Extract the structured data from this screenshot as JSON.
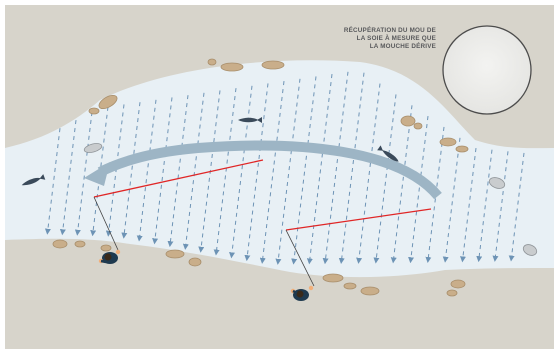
{
  "caption": {
    "lines": [
      "RÉCUPÉRATION DU MOU DE",
      "LA SOIE À MESURE QUE",
      "LA MOUCHE DÉRIVE"
    ]
  },
  "colors": {
    "background": "#d7d4cb",
    "water": "#e8f0f5",
    "current_arrows": "#6d93b5",
    "sweep_arrow": "#9db5c5",
    "fly_line": "#e02626",
    "rocks": "#c9ae8a",
    "angler_jacket": "#1f3a4f",
    "hands": "#f2b07a",
    "fish": "#3a4a5a"
  },
  "icons": [
    "fish-icon",
    "angler-icon",
    "fly-reel-icon",
    "rock-icon",
    "current-arrow-icon",
    "drift-sweep-arrow-icon"
  ]
}
